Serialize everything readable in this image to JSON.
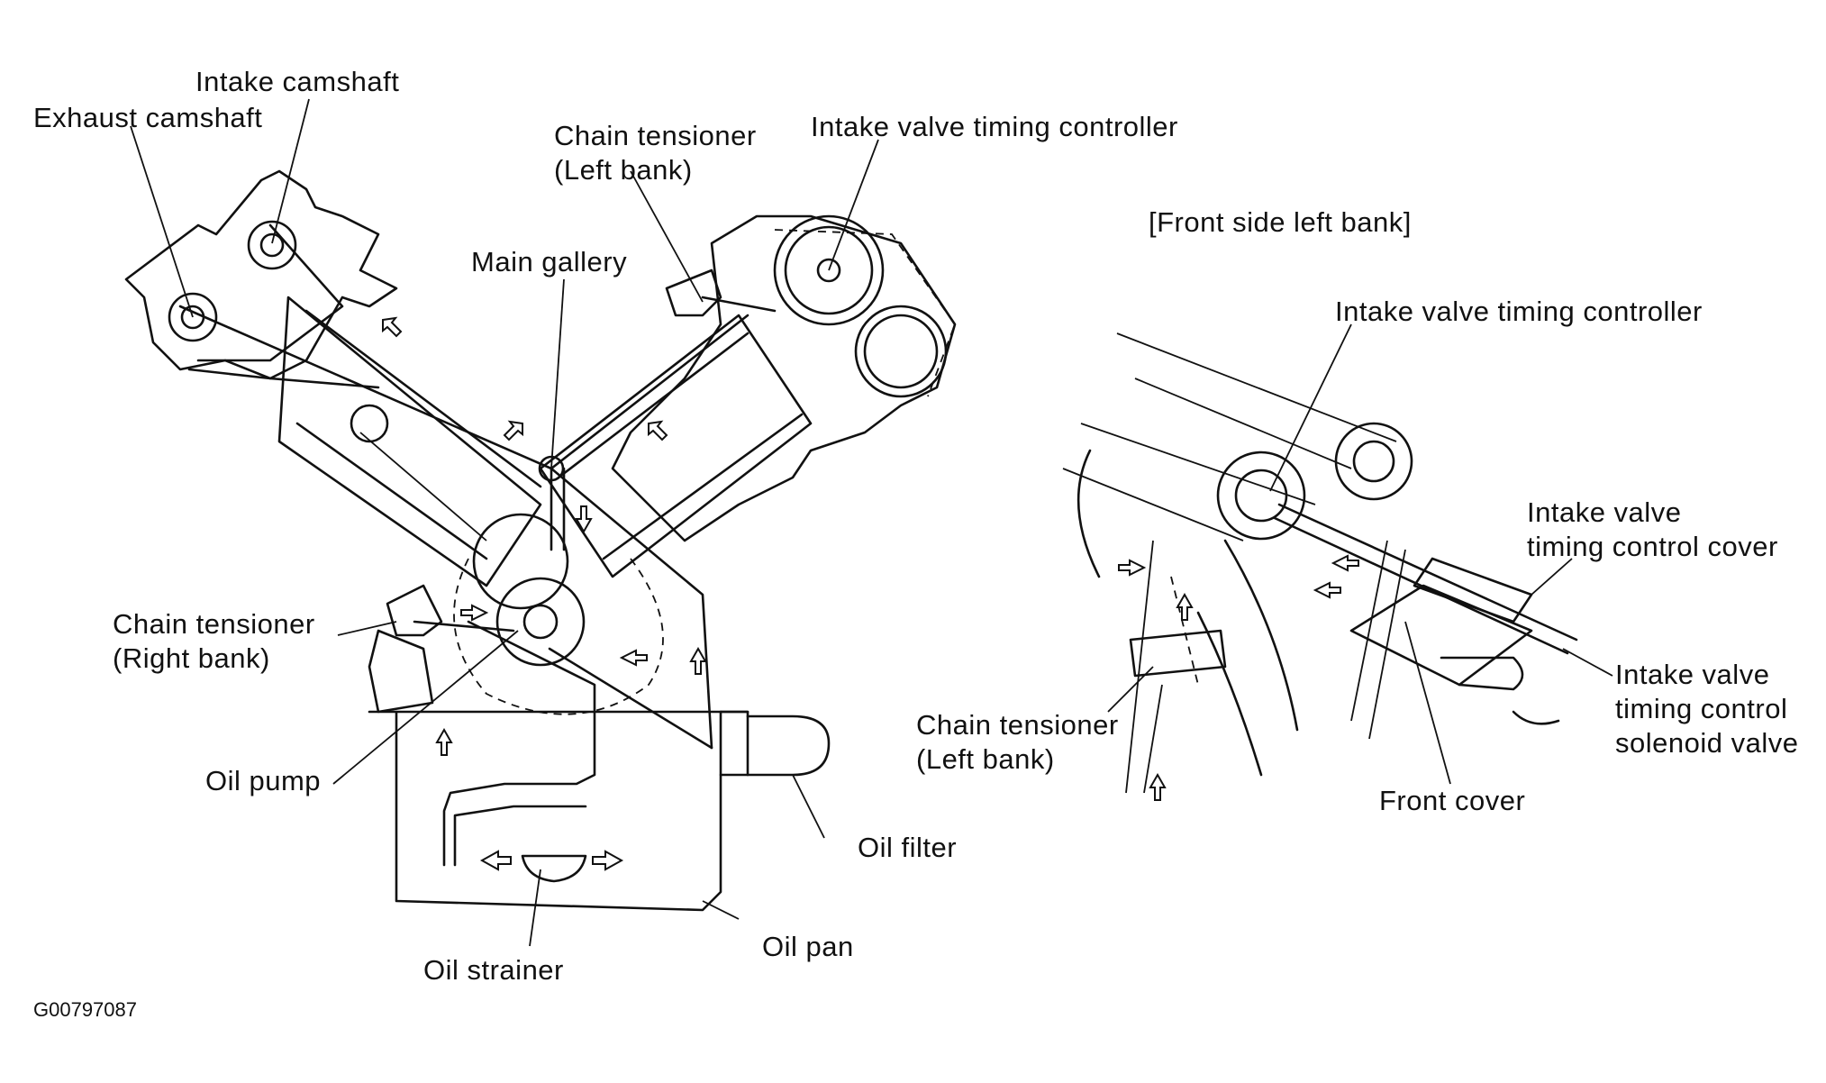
{
  "figure_id": "G00797087",
  "main_labels": {
    "intake_camshaft": "Intake camshaft",
    "exhaust_camshaft": "Exhaust camshaft",
    "chain_tensioner_left": "Chain tensioner\n(Left bank)",
    "intake_vtc": "Intake valve timing controller",
    "main_gallery": "Main gallery",
    "chain_tensioner_right": "Chain tensioner\n(Right bank)",
    "oil_pump": "Oil pump",
    "oil_filter": "Oil filter",
    "oil_pan": "Oil pan",
    "oil_strainer": "Oil strainer"
  },
  "inset_labels": {
    "title": "[Front  side  left bank]",
    "intake_vtc": "Intake valve timing controller",
    "vtc_cover": "Intake valve\ntiming control cover",
    "vtc_solenoid": "Intake valve\ntiming control\nsolenoid valve",
    "chain_tensioner_left": "Chain tensioner\n(Left bank)",
    "front_cover": "Front cover"
  }
}
